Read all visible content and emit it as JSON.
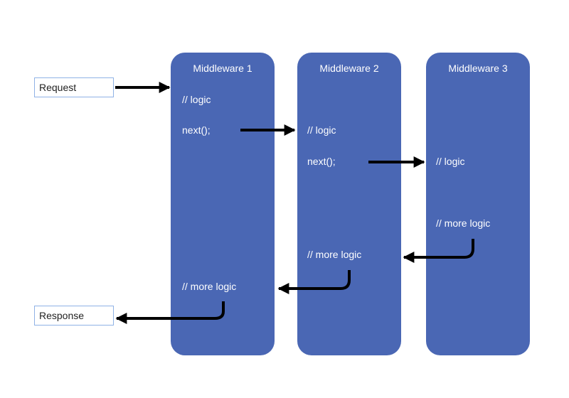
{
  "request": {
    "label": "Request"
  },
  "response": {
    "label": "Response"
  },
  "middlewares": [
    {
      "title": "Middleware 1",
      "logic": "// logic",
      "next": "next();",
      "more": "// more logic"
    },
    {
      "title": "Middleware 2",
      "logic": "// logic",
      "next": "next();",
      "more": "// more logic"
    },
    {
      "title": "Middleware 3",
      "logic": "// logic",
      "more": "// more logic"
    }
  ],
  "colors": {
    "middleware_fill": "#4a67b4",
    "io_border": "#8fb2e6",
    "arrow": "#000000"
  }
}
